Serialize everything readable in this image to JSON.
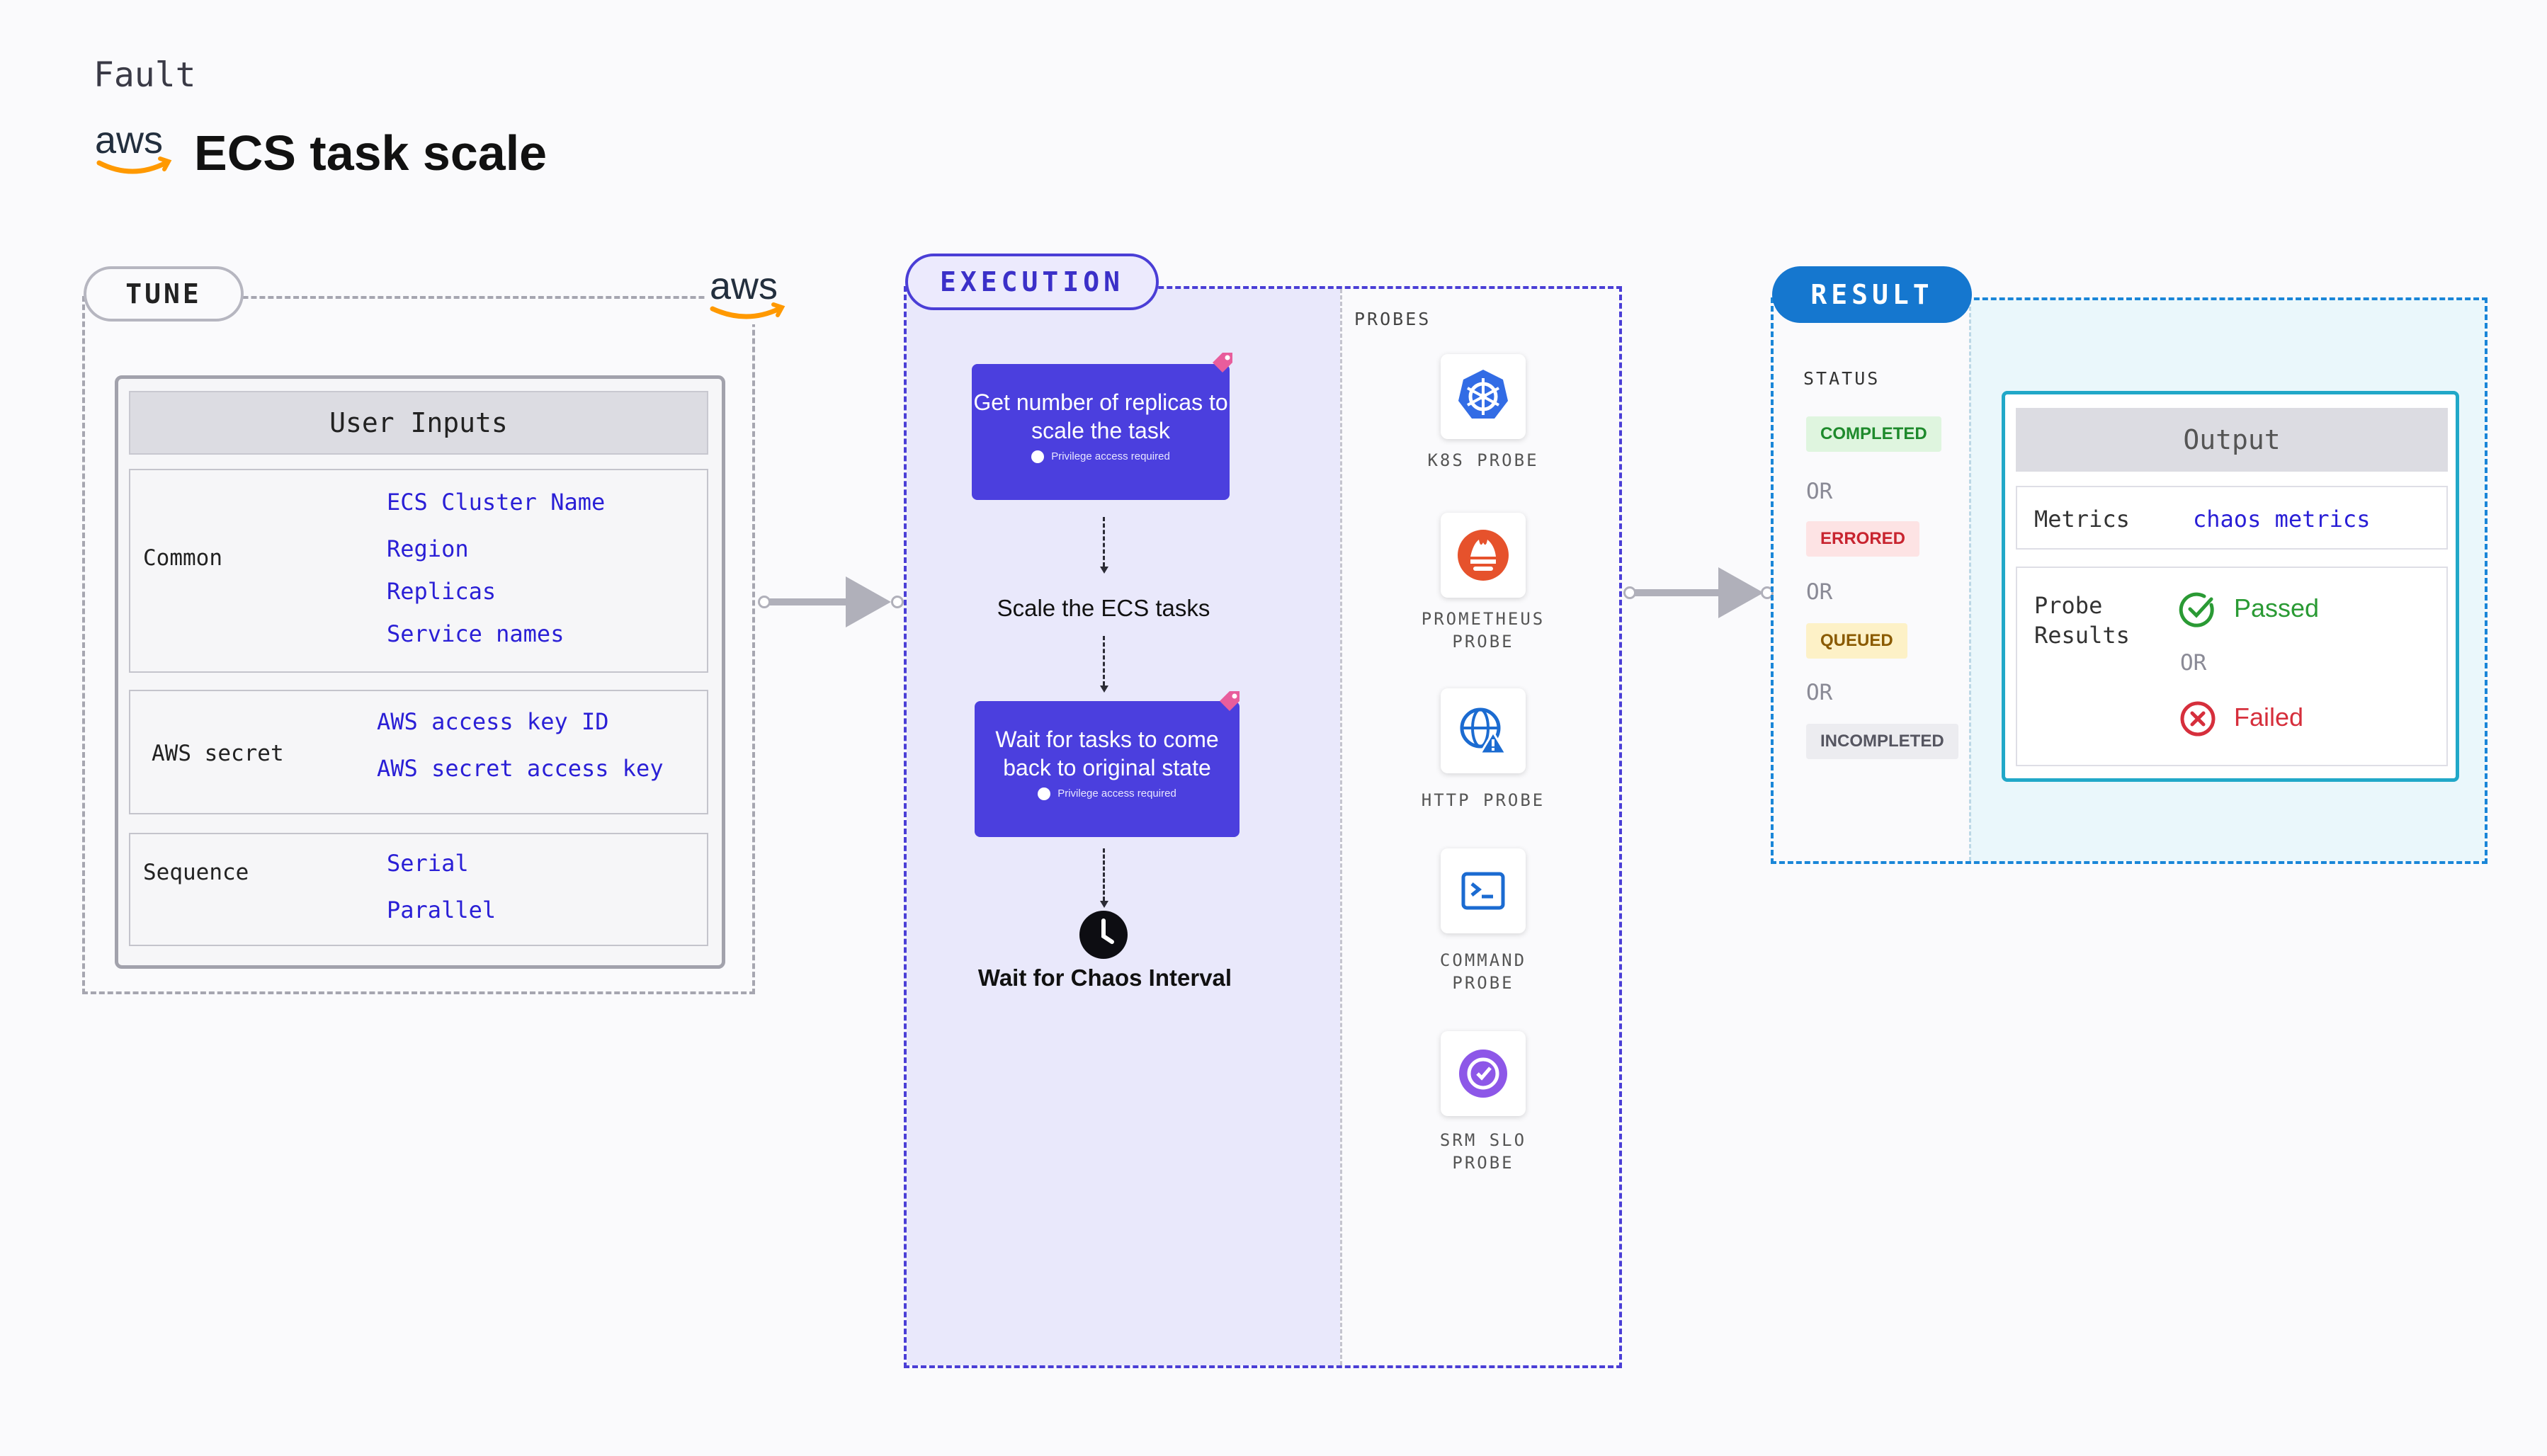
{
  "header": {
    "category": "Fault",
    "title": "ECS task scale",
    "logo_text": "aws"
  },
  "tune": {
    "label": "TUNE",
    "logo_text": "aws",
    "panel_title": "User Inputs",
    "groups": [
      {
        "label": "Common",
        "items": [
          "ECS Cluster Name",
          "Region",
          "Replicas",
          "Service names"
        ]
      },
      {
        "label": "AWS secret",
        "items": [
          "AWS access key ID",
          "AWS secret access key"
        ]
      },
      {
        "label": "Sequence",
        "items": [
          "Serial",
          "Parallel"
        ]
      }
    ]
  },
  "execution": {
    "label": "EXECUTION",
    "steps": [
      {
        "title": "Get number of replicas to scale the task",
        "note": "Privilege access required"
      },
      {
        "text": "Scale the ECS tasks"
      },
      {
        "title": "Wait for tasks to come back to original state",
        "note": "Privilege access required"
      },
      {
        "text": "Wait for Chaos Interval"
      }
    ],
    "probes_heading": "PROBES",
    "probes": [
      {
        "label": "K8S PROBE",
        "icon": "kubernetes-icon",
        "color": "#326ce5"
      },
      {
        "label": "PROMETHEUS PROBE",
        "icon": "prometheus-icon",
        "color": "#e6522c"
      },
      {
        "label": "HTTP PROBE",
        "icon": "globe-icon",
        "color": "#1b6bd1"
      },
      {
        "label": "COMMAND PROBE",
        "icon": "terminal-icon",
        "color": "#1b6bd1"
      },
      {
        "label": "SRM SLO PROBE",
        "icon": "slo-icon",
        "color": "#8d57e8"
      }
    ]
  },
  "result": {
    "label": "RESULT",
    "status_heading": "STATUS",
    "statuses": [
      {
        "label": "COMPLETED",
        "fg": "#1e8a2c",
        "bg": "#dff5df"
      },
      {
        "label": "ERRORED",
        "fg": "#c8242f",
        "bg": "#fde3e4"
      },
      {
        "label": "QUEUED",
        "fg": "#8a5a00",
        "bg": "#fdf1c7"
      },
      {
        "label": "INCOMPLETED",
        "fg": "#555560",
        "bg": "#ececf0"
      }
    ],
    "or_text": "OR",
    "output": {
      "title": "Output",
      "metrics_label": "Metrics",
      "metrics_value": "chaos metrics",
      "probe_results_label": "Probe Results",
      "passed": "Passed",
      "or_text": "OR",
      "failed": "Failed"
    }
  },
  "colors": {
    "accent": "#4b3fde",
    "result_blue": "#1577cf",
    "aws_orange": "#ff9900"
  }
}
